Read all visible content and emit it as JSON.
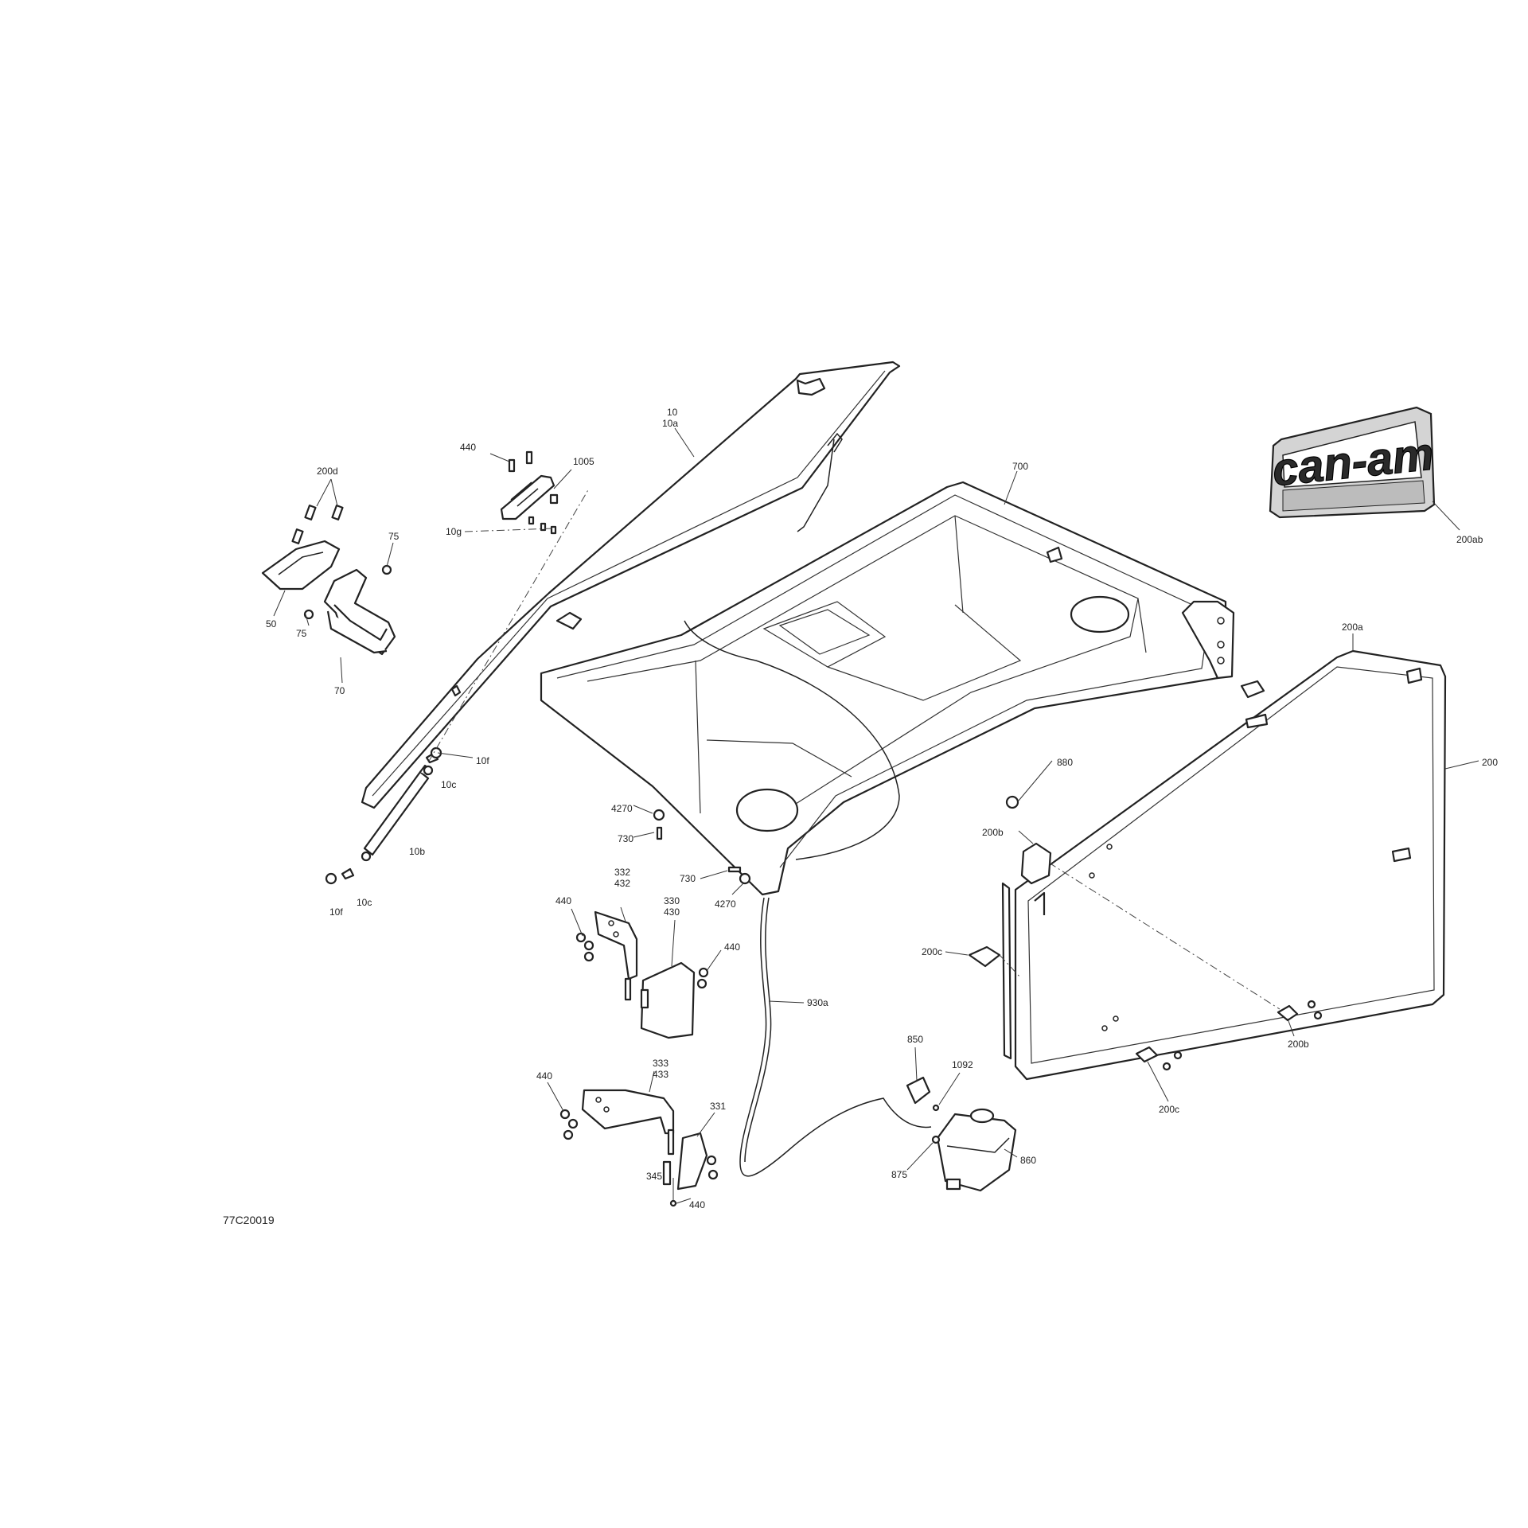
{
  "drawing_number": "77C20019",
  "logo": {
    "text": "can-am"
  },
  "callouts": [
    {
      "text": "10"
    },
    {
      "text": "10a"
    },
    {
      "text": "440"
    },
    {
      "text": "1005"
    },
    {
      "text": "200d"
    },
    {
      "text": "75"
    },
    {
      "text": "10g"
    },
    {
      "text": "50"
    },
    {
      "text": "75"
    },
    {
      "text": "70"
    },
    {
      "text": "700"
    },
    {
      "text": "200ab"
    },
    {
      "text": "200a"
    },
    {
      "text": "200"
    },
    {
      "text": "10f"
    },
    {
      "text": "10c"
    },
    {
      "text": "880"
    },
    {
      "text": "4270"
    },
    {
      "text": "730"
    },
    {
      "text": "10b"
    },
    {
      "text": "200b"
    },
    {
      "text": "10c"
    },
    {
      "text": "10f"
    },
    {
      "text": "332"
    },
    {
      "text": "432"
    },
    {
      "text": "730"
    },
    {
      "text": "4270"
    },
    {
      "text": "440"
    },
    {
      "text": "330"
    },
    {
      "text": "430"
    },
    {
      "text": "440"
    },
    {
      "text": "200c"
    },
    {
      "text": "930a"
    },
    {
      "text": "850"
    },
    {
      "text": "1092"
    },
    {
      "text": "200b"
    },
    {
      "text": "333"
    },
    {
      "text": "433"
    },
    {
      "text": "440"
    },
    {
      "text": "331"
    },
    {
      "text": "200c"
    },
    {
      "text": "860"
    },
    {
      "text": "875"
    },
    {
      "text": "345"
    },
    {
      "text": "440"
    }
  ]
}
